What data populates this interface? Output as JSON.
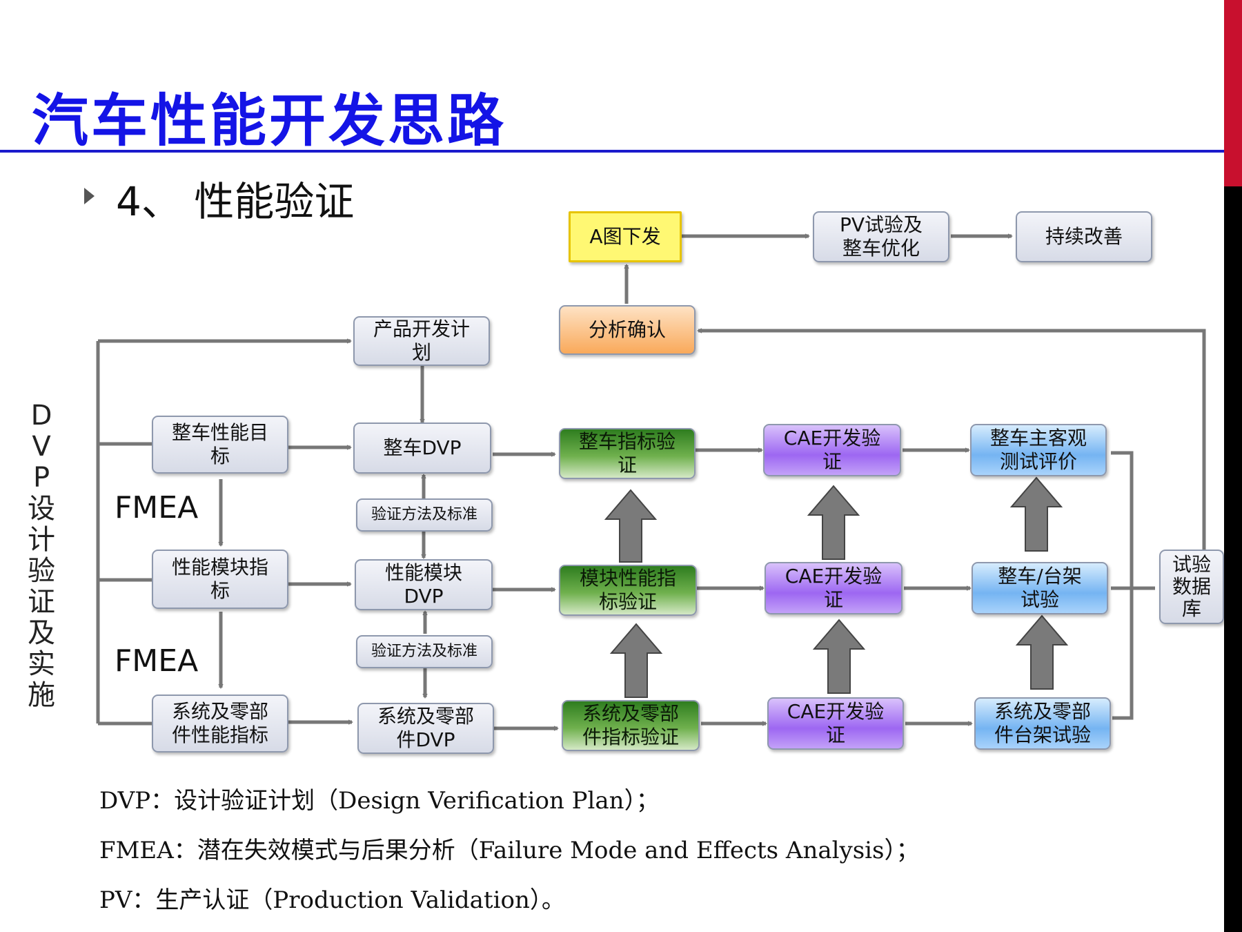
{
  "title": "汽车性能开发思路",
  "subtitle": "4、 性能验证",
  "side_label": "DVP设计验证及实施",
  "fmea_labels": [
    "FMEA",
    "FMEA"
  ],
  "nodes": {
    "a_release": "A图下发",
    "pv_test": "PV试验及\n整车优化",
    "continuous": "持续改善",
    "analysis": "分析确认",
    "product_plan": "产品开发计\n划",
    "vehicle_target": "整车性能目\n标",
    "vehicle_dvp": "整车DVP",
    "vehicle_verify": "整车指标验\n证",
    "cae1": "CAE开发验\n证",
    "subjective": "整车主客观\n测试评价",
    "method1": "验证方法及标准",
    "module_target": "性能模块指\n标",
    "module_dvp": "性能模块\nDVP",
    "module_verify": "模块性能指\n标验证",
    "cae2": "CAE开发验\n证",
    "rig_test": "整车/台架\n试验",
    "database": "试验\n数据\n库",
    "method2": "验证方法及标准",
    "parts_target": "系统及零部\n件性能指标",
    "parts_dvp": "系统及零部\n件DVP",
    "parts_verify": "系统及零部\n件指标验证",
    "cae3": "CAE开发验\n证",
    "parts_rig": "系统及零部\n件台架试验"
  },
  "notes": [
    "DVP：设计验证计划（Design Verification Plan）；",
    "FMEA：潜在失效模式与后果分析（Failure Mode and Effects Analysis）；",
    "PV：生产认证（Production Validation）。"
  ],
  "colors": {
    "title": "#1414e6",
    "accent_red": "#c8102e",
    "arrow": "#777777"
  }
}
